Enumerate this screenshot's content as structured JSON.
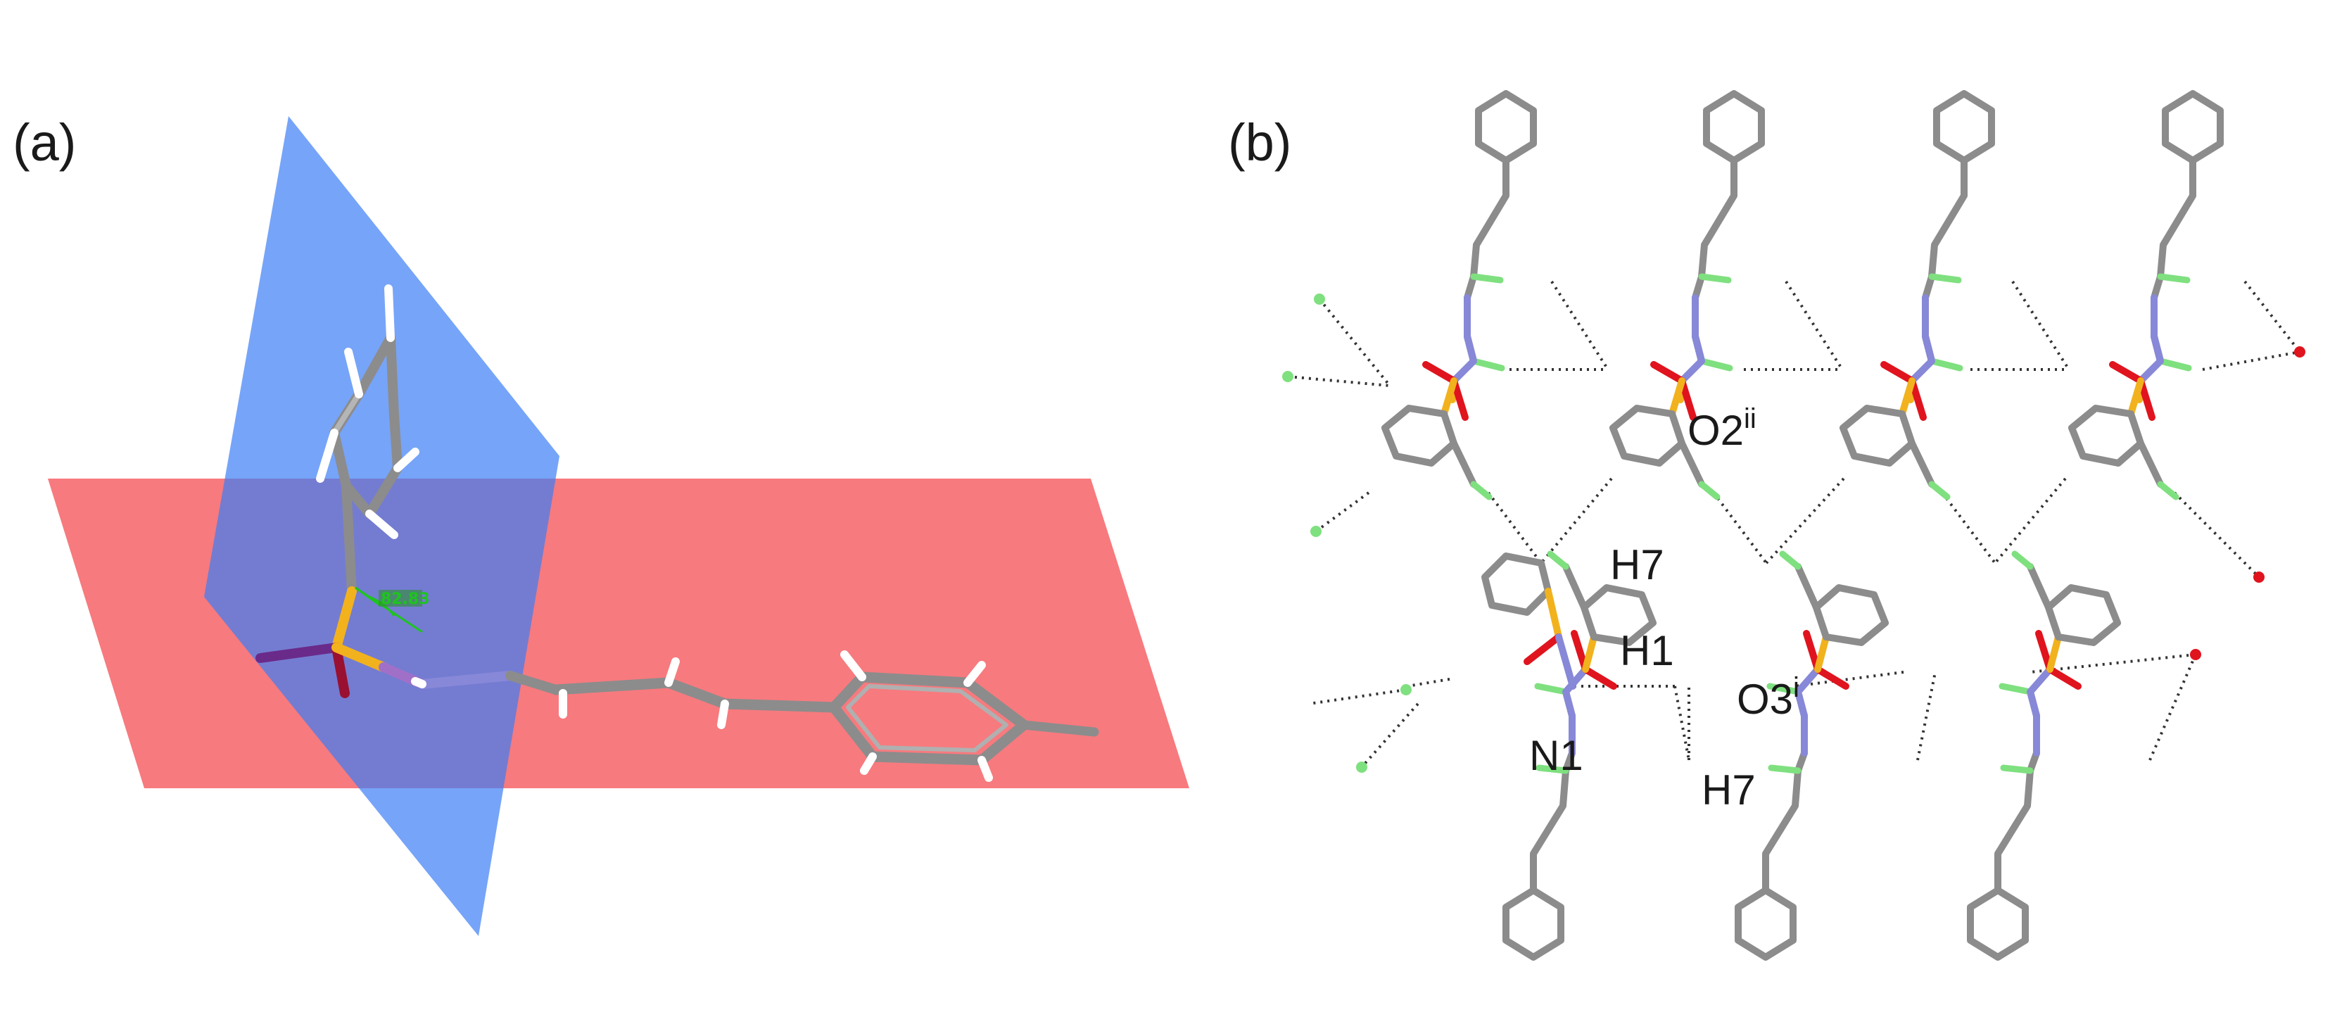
{
  "panels": {
    "a": {
      "label": "(a)",
      "angle_readout": "82.83"
    },
    "b": {
      "label": "(b)"
    }
  },
  "labels": {
    "o2": {
      "text": "O2",
      "sup": "ii"
    },
    "h7_upper": {
      "text": "H7"
    },
    "h1": {
      "text": "H1"
    },
    "o3": {
      "text": "O3",
      "sup": "i"
    },
    "n1": {
      "text": "N1"
    },
    "h7_lower": {
      "text": "H7"
    }
  },
  "colors": {
    "carbon": "#8c8c8c",
    "sulfur": "#f2b21d",
    "oxygen": "#e0141e",
    "nitrogen": "#8888d8",
    "hydrogen": "#7fe07f",
    "hydrogen_a": "#ffffff",
    "plane_red": "#f5555a",
    "plane_blue": "#3c7df5",
    "iodine": "#6a2a8a"
  }
}
